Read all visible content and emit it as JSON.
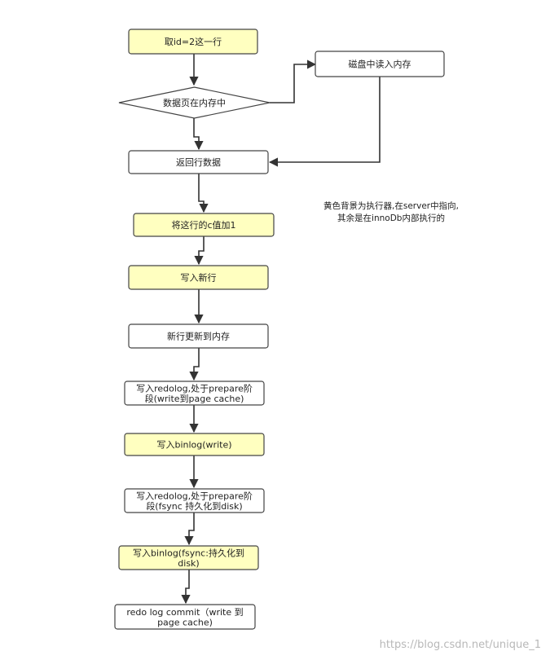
{
  "colors": {
    "executor_fill": "#ffffc0",
    "innodb_fill": "#ffffff",
    "stroke": "#444444",
    "line": "#333333",
    "watermark": "#b8b8b8"
  },
  "nodes": [
    {
      "id": "fetch-row",
      "shape": "rect",
      "fill": "executor",
      "lines": [
        "取id=2这一行"
      ]
    },
    {
      "id": "page-in-memory",
      "shape": "diamond",
      "fill": "innodb",
      "lines": [
        "数据页在内存中"
      ]
    },
    {
      "id": "read-from-disk",
      "shape": "rect",
      "fill": "innodb",
      "lines": [
        "磁盘中读入内存"
      ]
    },
    {
      "id": "return-row",
      "shape": "rect",
      "fill": "innodb",
      "lines": [
        "返回行数据"
      ]
    },
    {
      "id": "add-c",
      "shape": "rect",
      "fill": "executor",
      "lines": [
        "将这行的c值加1"
      ]
    },
    {
      "id": "write-new-row",
      "shape": "rect",
      "fill": "executor",
      "lines": [
        "写入新行"
      ]
    },
    {
      "id": "update-memory",
      "shape": "rect",
      "fill": "innodb",
      "lines": [
        "新行更新到内存"
      ]
    },
    {
      "id": "redolog-prepare-write",
      "shape": "rect",
      "fill": "innodb",
      "lines": [
        "写入redolog,处于prepare阶",
        "段(write到page cache)"
      ]
    },
    {
      "id": "binlog-write",
      "shape": "rect",
      "fill": "executor",
      "lines": [
        "写入binlog(write)"
      ]
    },
    {
      "id": "redolog-prepare-fsync",
      "shape": "rect",
      "fill": "innodb",
      "lines": [
        "写入redolog,处于prepare阶",
        "段(fsync 持久化到disk)"
      ]
    },
    {
      "id": "binlog-fsync",
      "shape": "rect",
      "fill": "executor",
      "lines": [
        "写入binlog(fsync:持久化到",
        "disk)"
      ]
    },
    {
      "id": "redolog-commit",
      "shape": "rect",
      "fill": "innodb",
      "lines": [
        "redo log commit（write 到",
        "page cache)"
      ]
    }
  ],
  "note": {
    "lines": [
      "黄色背景为执行器,在server中指向,",
      "其余是在innoDb内部执行的"
    ]
  },
  "watermark": "https://blog.csdn.net/unique_1"
}
